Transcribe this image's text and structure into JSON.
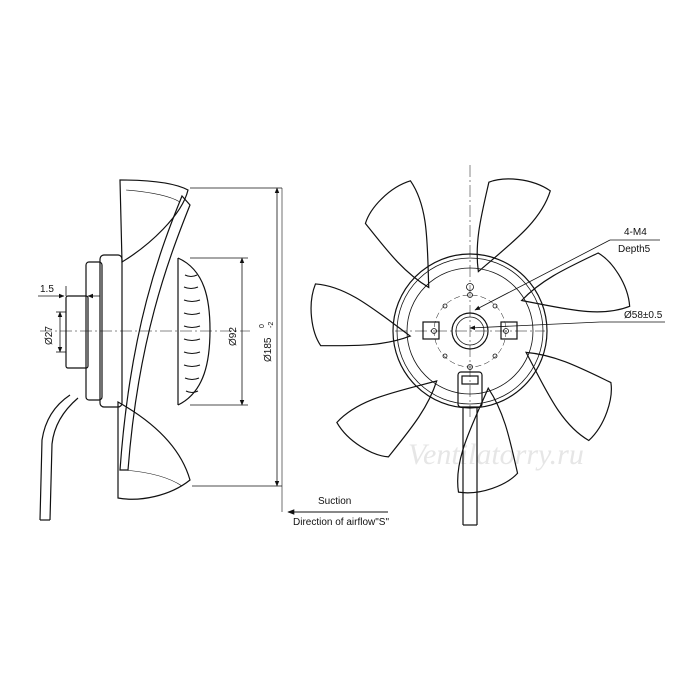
{
  "side_view": {
    "dim_offset": "1.5",
    "dim_hub": "Ø27",
    "dim_motor": "Ø92",
    "dim_overall_main": "Ø185",
    "dim_overall_tol_upper": "0",
    "dim_overall_tol_lower": "-2"
  },
  "front_view": {
    "thread_label": "4-M4",
    "depth_label": "Depth5",
    "bolt_circle_label": "Ø58±0.5",
    "blade_count": 7
  },
  "airflow": {
    "suction_label": "Suction",
    "direction_label": "Direction of airflow\"S\""
  },
  "watermark": "Ventilatorry.ru",
  "colors": {
    "line": "#111111",
    "watermark": "#e6e6e6",
    "background": "#ffffff"
  }
}
